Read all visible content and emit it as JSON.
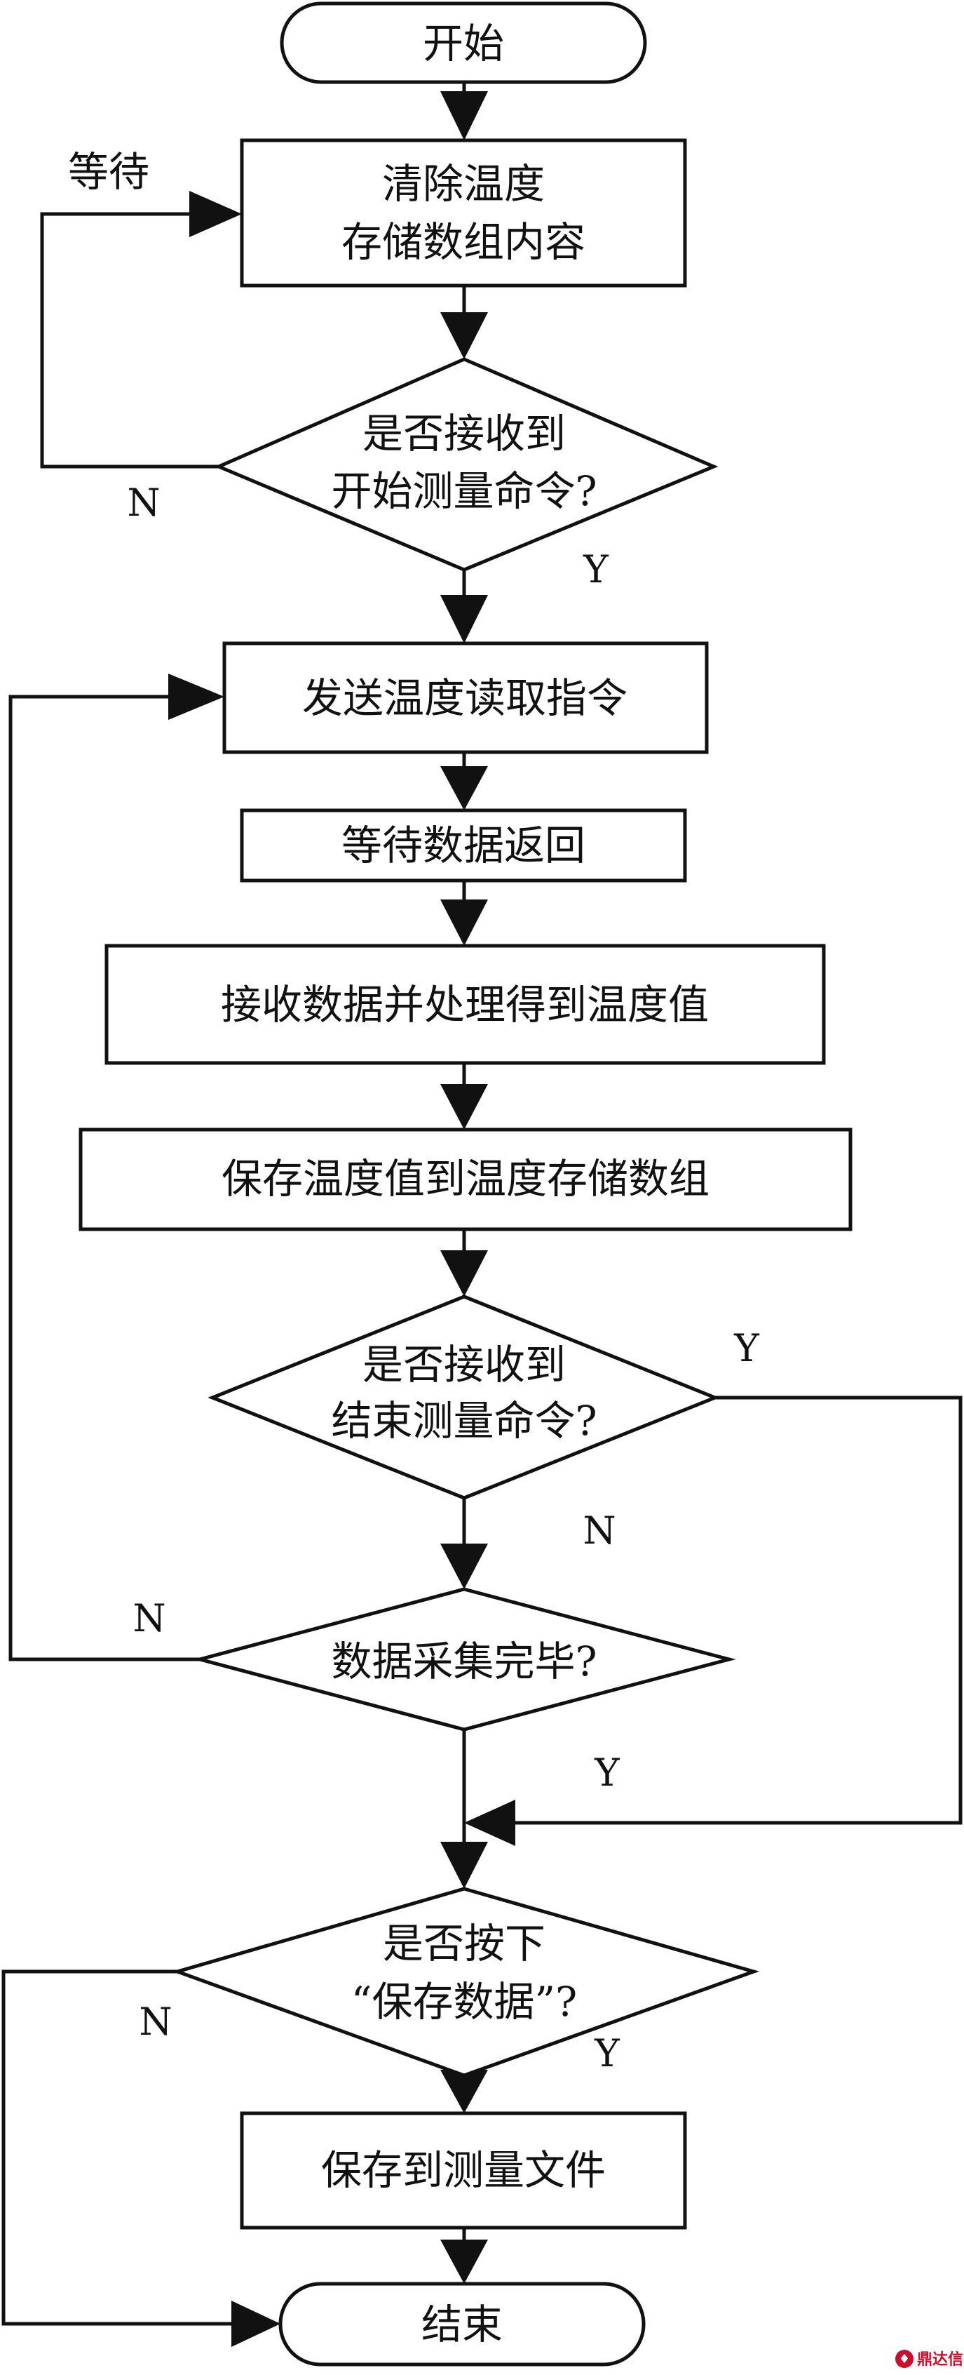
{
  "nodes": {
    "start": {
      "label": "开始"
    },
    "clear": {
      "line1": "清除温度",
      "line2": "存储数组内容"
    },
    "decision_start": {
      "line1": "是否接收到",
      "line2": "开始测量命令?"
    },
    "send": {
      "label": "发送温度读取指令"
    },
    "wait_data": {
      "label": "等待数据返回"
    },
    "receive": {
      "label": "接收数据并处理得到温度值"
    },
    "save_value": {
      "label": "保存温度值到温度存储数组"
    },
    "decision_end_cmd": {
      "line1": "是否接收到",
      "line2": "结束测量命令?"
    },
    "decision_done": {
      "label": "数据采集完毕?"
    },
    "decision_save": {
      "line1": "是否按下",
      "line2": "“保存数据”?"
    },
    "save_file": {
      "label": "保存到测量文件"
    },
    "end": {
      "label": "结束"
    }
  },
  "edge_labels": {
    "wait": "等待",
    "start_no": "N",
    "start_yes": "Y",
    "end_cmd_yes": "Y",
    "end_cmd_no": "N",
    "done_no": "N",
    "done_yes": "Y",
    "save_no": "N",
    "save_yes": "Y"
  },
  "watermark": {
    "text": "鼎达信"
  }
}
